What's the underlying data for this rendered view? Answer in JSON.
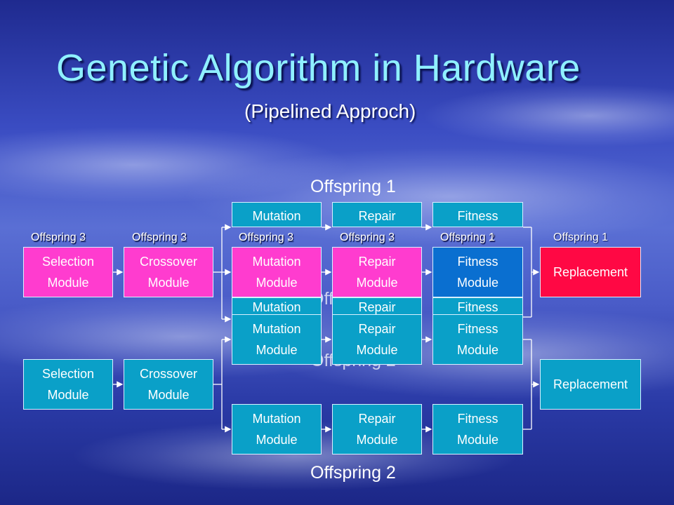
{
  "slide": {
    "title": "Genetic Algorithm in Hardware",
    "subtitle": "(Pipelined Approch)"
  },
  "labels": {
    "offspring1": "Offspring 1",
    "offspring2": "Offspring 2",
    "offspring3": "Offspring 3"
  },
  "modules": {
    "selection": "Selection\nModule",
    "crossover": "Crossover\nModule",
    "mutation": "Mutation\nModule",
    "repair": "Repair\nModule",
    "fitness": "Fitness\nModule",
    "replacement": "Replacement",
    "mutation_short": "Mutation",
    "repair_short": "Repair",
    "fitness_short": "Fitness"
  },
  "colors": {
    "title": "#8ff0ff",
    "module_teal": "#0aa0c8",
    "module_active_pink": "#ff3ccf",
    "module_active_blue": "#0a6fd0",
    "module_replacement_red": "#ff0844"
  }
}
